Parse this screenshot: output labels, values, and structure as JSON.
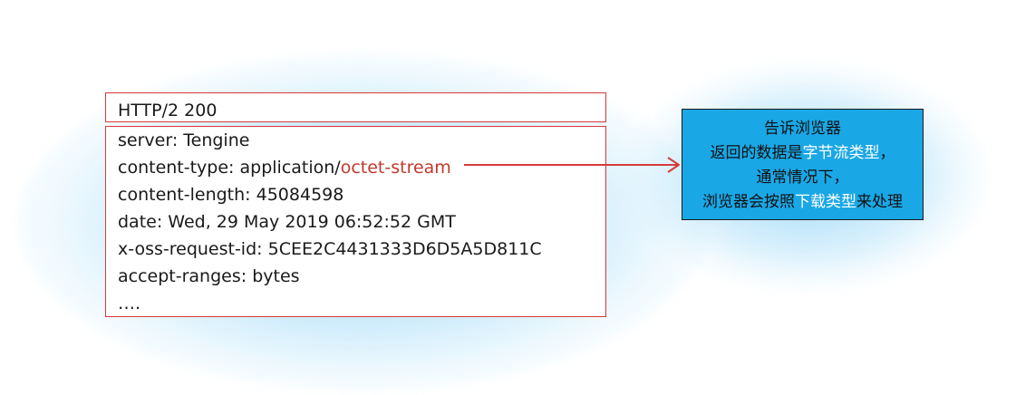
{
  "response": {
    "status_line": "HTTP/2 200",
    "headers": [
      {
        "name": "server",
        "value": "Tengine"
      },
      {
        "name": "content-type",
        "value_prefix": "application/",
        "value_highlight": "octet-stream"
      },
      {
        "name": "content-length",
        "value": "45084598"
      },
      {
        "name": "date",
        "value": "Wed, 29 May 2019 06:52:52 GMT"
      },
      {
        "name": "x-oss-request-id",
        "value": "5CEE2C4431333D6D5A5D811C"
      },
      {
        "name": "accept-ranges",
        "value": "bytes"
      }
    ],
    "ellipsis": "…."
  },
  "note": {
    "line1": "告诉浏览器",
    "line2_pre": "返回的数据是",
    "line2_hl": "字节流类型",
    "line2_post": "，",
    "line3": "通常情况下，",
    "line4_pre": "浏览器会按照",
    "line4_hl": "下载类型",
    "line4_post": "来处理"
  },
  "colors": {
    "box_border": "#d63a3a",
    "highlight_text": "#c0392b",
    "note_background": "#1aa7e6",
    "note_highlight": "#ffffff",
    "glow": "#78c8f5"
  }
}
